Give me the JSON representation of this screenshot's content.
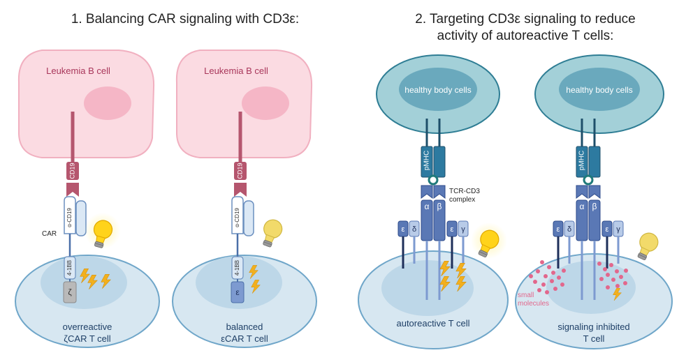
{
  "sections": [
    {
      "title_lines": [
        "1.  Balancing CAR signaling with CD3ε:"
      ]
    },
    {
      "title_lines": [
        "2. Targeting CD3ε signaling to reduce",
        "activity of autoreactive T cells:"
      ]
    }
  ],
  "panels": {
    "p1": {
      "target_label": "Leukemia B cell",
      "receptor_label": "CD19",
      "binder_label": "α-CD19",
      "costim_label": "4-1BB",
      "signal_domain_label": "ζ",
      "car_label": "CAR",
      "cell_lines": [
        "overreactive",
        "ζCAR T cell"
      ]
    },
    "p2": {
      "target_label": "Leukemia B cell",
      "receptor_label": "CD19",
      "binder_label": "α-CD19",
      "costim_label": "4-1BB",
      "signal_domain_label": "ε",
      "cell_lines": [
        "balanced",
        "εCAR T cell"
      ]
    },
    "p3": {
      "target_label": "healthy body cells",
      "mhc_label": "pMHC",
      "alpha_label": "α",
      "beta_label": "β",
      "cd3_labels": [
        "ε",
        "δ",
        "ε",
        "γ"
      ],
      "complex_lines": [
        "TCR-CD3",
        "complex"
      ],
      "cell_lines": [
        "autoreactive T cell"
      ]
    },
    "p4": {
      "target_label": "healthy body cells",
      "mhc_label": "pMHC",
      "alpha_label": "α",
      "beta_label": "β",
      "cd3_labels": [
        "ε",
        "δ",
        "ε",
        "γ"
      ],
      "small_molecules_lines": [
        "small",
        "molecules"
      ],
      "cell_lines": [
        "signaling inhibited",
        "T cell"
      ]
    }
  },
  "colors": {
    "leukemia_fill": "#fbdbe2",
    "leukemia_stroke": "#f1b0c0",
    "leukemia_nucleus": "#f5b6c6",
    "cd19": "#b5566e",
    "healthy_fill": "#a3d0d8",
    "healthy_stroke": "#2e7d94",
    "healthy_nucleus": "#6aa9bd",
    "tcell_fill": "#d7e7f1",
    "tcell_stroke": "#6fa6c9",
    "tcell_nucleus": "#bdd7e8",
    "chain_fill": "#5a78b5",
    "chain_dark": "#2c4a8a",
    "mhc_fill": "#2d7aa0",
    "bolt": "#f2b01e",
    "small_molecule": "#e2678c"
  }
}
